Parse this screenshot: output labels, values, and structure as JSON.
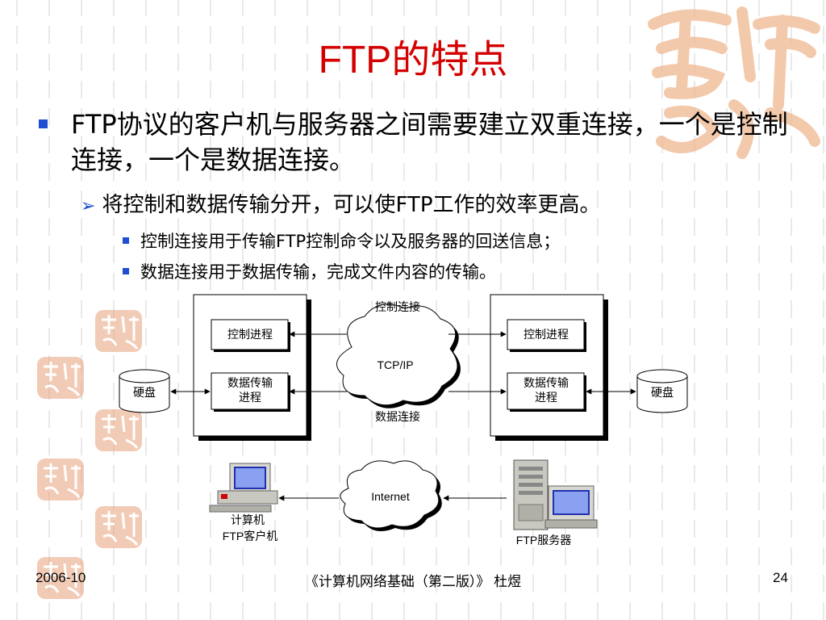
{
  "slide": {
    "title": "FTP的特点",
    "bullet1": "FTP协议的客户机与服务器之间需要建立双重连接，一个是控制连接，一个是数据连接。",
    "bullet2": "将控制和数据传输分开，可以使FTP工作的效率更高。",
    "bullet3": "控制连接用于传输FTP控制命令以及服务器的回送信息；",
    "bullet4": "数据连接用于数据传输，完成文件内容的传输。"
  },
  "diagram": {
    "left_control_process": "控制进程",
    "left_data_process_line1": "数据传输",
    "left_data_process_line2": "进程",
    "right_control_process": "控制进程",
    "right_data_process_line1": "数据传输",
    "right_data_process_line2": "进程",
    "disk_left": "硬盘",
    "disk_right": "硬盘",
    "control_connection": "控制连接",
    "data_connection": "数据连接",
    "tcpip_cloud": "TCP/IP",
    "internet_cloud": "Internet",
    "client_line1": "计算机",
    "client_line2": "FTP客户机",
    "server_label": "FTP服务器"
  },
  "footer": {
    "date": "2006-10",
    "book": "《计算机网络基础（第二版）》  杜煜",
    "page": "24"
  },
  "colors": {
    "title": "#d40000",
    "bullet": "#1f4fd0",
    "seal": "#e8a07a"
  }
}
